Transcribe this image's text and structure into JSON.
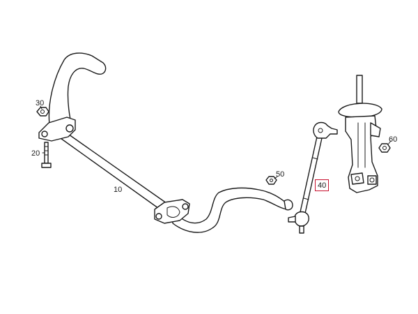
{
  "callouts": [
    {
      "id": "10",
      "text": "10"
    },
    {
      "id": "20",
      "text": "20"
    },
    {
      "id": "30",
      "text": "30"
    },
    {
      "id": "40",
      "text": "40",
      "highlighted": true
    },
    {
      "id": "50",
      "text": "50"
    },
    {
      "id": "60",
      "text": "60"
    }
  ],
  "colors": {
    "line": "#1a1a1a",
    "highlight_box": "#c8102e",
    "background": "#ffffff"
  }
}
